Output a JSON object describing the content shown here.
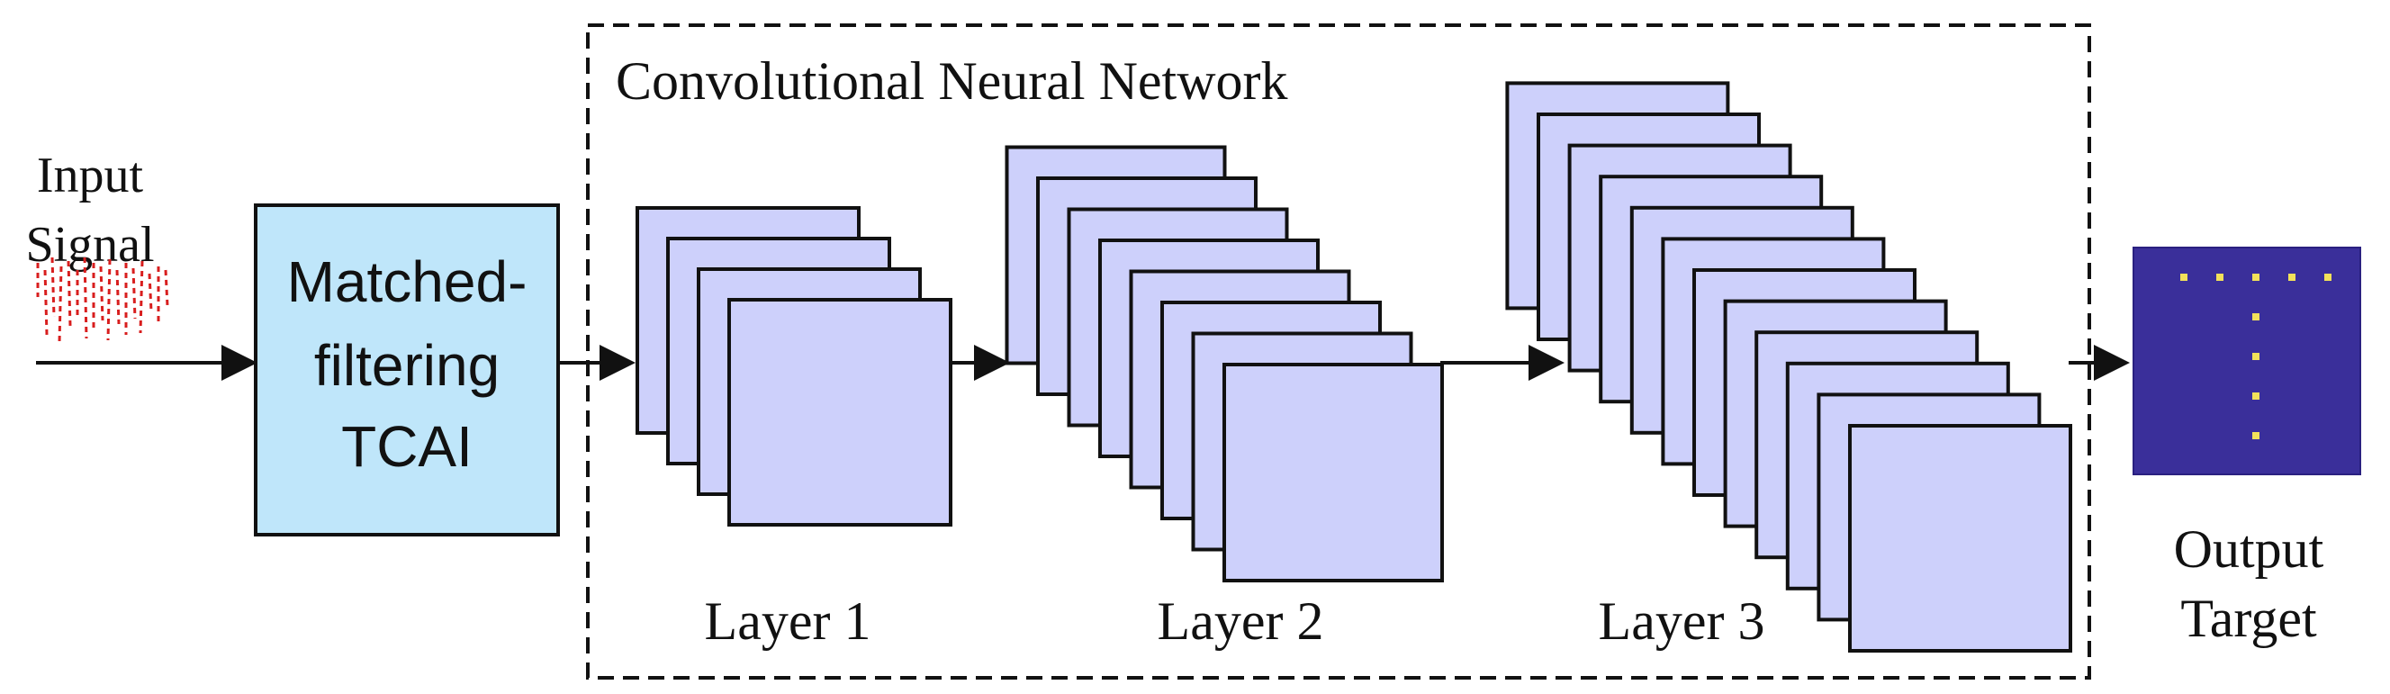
{
  "input": {
    "line1": "Input",
    "line2": "Signal"
  },
  "filter": {
    "line1": "Matched-",
    "line2": "filtering",
    "line3": "TCAI"
  },
  "cnn": {
    "title": "Convolutional Neural Network",
    "layers": [
      {
        "label": "Layer 1",
        "maps": 4
      },
      {
        "label": "Layer 2",
        "maps": 8
      },
      {
        "label": "Layer 3",
        "maps": 12
      }
    ]
  },
  "output": {
    "line1": "Output",
    "line2": "Target"
  },
  "colors": {
    "filter_fill": "#bfe6fa",
    "map_fill": "#cdd0fb",
    "output_bg": "#3a2f9a",
    "output_dot": "#f2e15a",
    "signal": "#d81e1e",
    "stroke": "#111111"
  }
}
